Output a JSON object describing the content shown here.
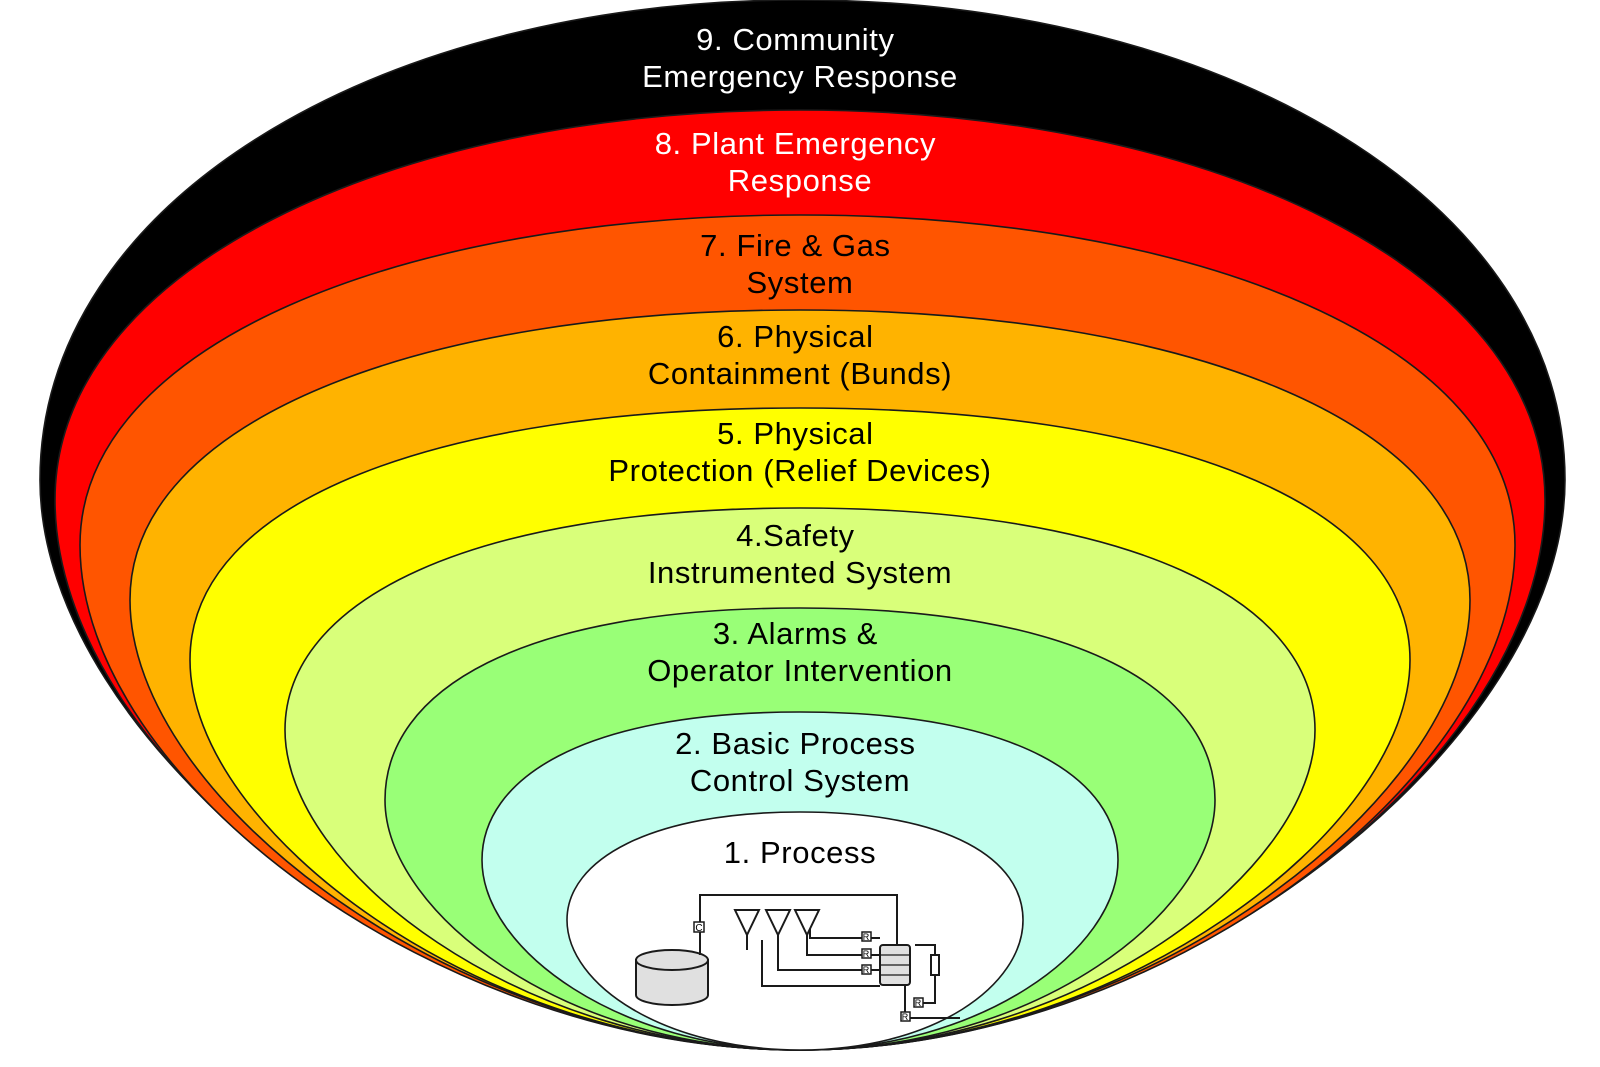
{
  "diagram": {
    "layers": [
      {
        "id": 9,
        "lines": [
          "9. Community",
          "Emergency Response"
        ],
        "fill": "#000000",
        "text_color": "#ffffff"
      },
      {
        "id": 8,
        "lines": [
          "8. Plant Emergency",
          "Response"
        ],
        "fill": "#ff0000",
        "text_color": "#ffffff"
      },
      {
        "id": 7,
        "lines": [
          "7. Fire & Gas",
          "System"
        ],
        "fill": "#ff5500",
        "text_color": "#000000"
      },
      {
        "id": 6,
        "lines": [
          "6. Physical",
          "Containment (Bunds)"
        ],
        "fill": "#ffb300",
        "text_color": "#000000"
      },
      {
        "id": 5,
        "lines": [
          "5. Physical",
          "Protection (Relief Devices)"
        ],
        "fill": "#ffff00",
        "text_color": "#000000"
      },
      {
        "id": 4,
        "lines": [
          "4.Safety",
          "Instrumented System"
        ],
        "fill": "#d9ff7a",
        "text_color": "#000000"
      },
      {
        "id": 3,
        "lines": [
          "3. Alarms &",
          "Operator Intervention"
        ],
        "fill": "#99ff77",
        "text_color": "#000000"
      },
      {
        "id": 2,
        "lines": [
          "2. Basic Process",
          "Control System"
        ],
        "fill": "#c2ffee",
        "text_color": "#000000"
      },
      {
        "id": 1,
        "lines": [
          "1. Process"
        ],
        "fill": "#ffffff",
        "text_color": "#000000"
      }
    ],
    "process_schematic": {
      "equipment": [
        "storage-tank",
        "hopper",
        "hopper",
        "hopper",
        "reactor-column",
        "heat-exchanger"
      ],
      "instrument_labels": [
        "C",
        "R",
        "R",
        "R",
        "R",
        "R"
      ]
    }
  }
}
